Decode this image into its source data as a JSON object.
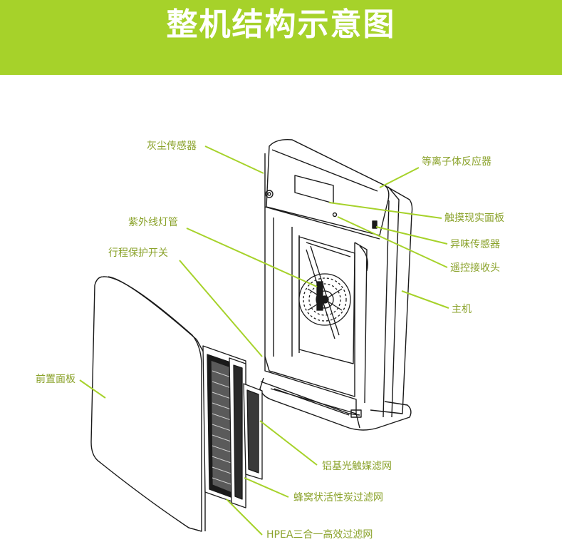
{
  "header": {
    "title": "整机结构示意图",
    "accent_color": "#a6d22a"
  },
  "labels": {
    "dust_sensor": "灰尘传感器",
    "plasma_reactor": "等离子体反应器",
    "touch_panel": "触摸现实面板",
    "odor_sensor": "异味传感器",
    "remote_receiver": "遥控接收头",
    "main_unit": "主机",
    "uv_lamp": "紫外线灯管",
    "travel_switch": "行程保护开关",
    "front_panel": "前置面板",
    "aluminum_photocatalyst_filter": "铝基光触媒滤网",
    "honeycomb_carbon_filter": "蜂窝状活性炭过滤网",
    "hepa_filter": "HPEA三合一高效过滤网"
  },
  "colors": {
    "label_text": "#8aa22a",
    "leader_line": "#a6d22a",
    "drawing_stroke": "#1a1a1a"
  }
}
